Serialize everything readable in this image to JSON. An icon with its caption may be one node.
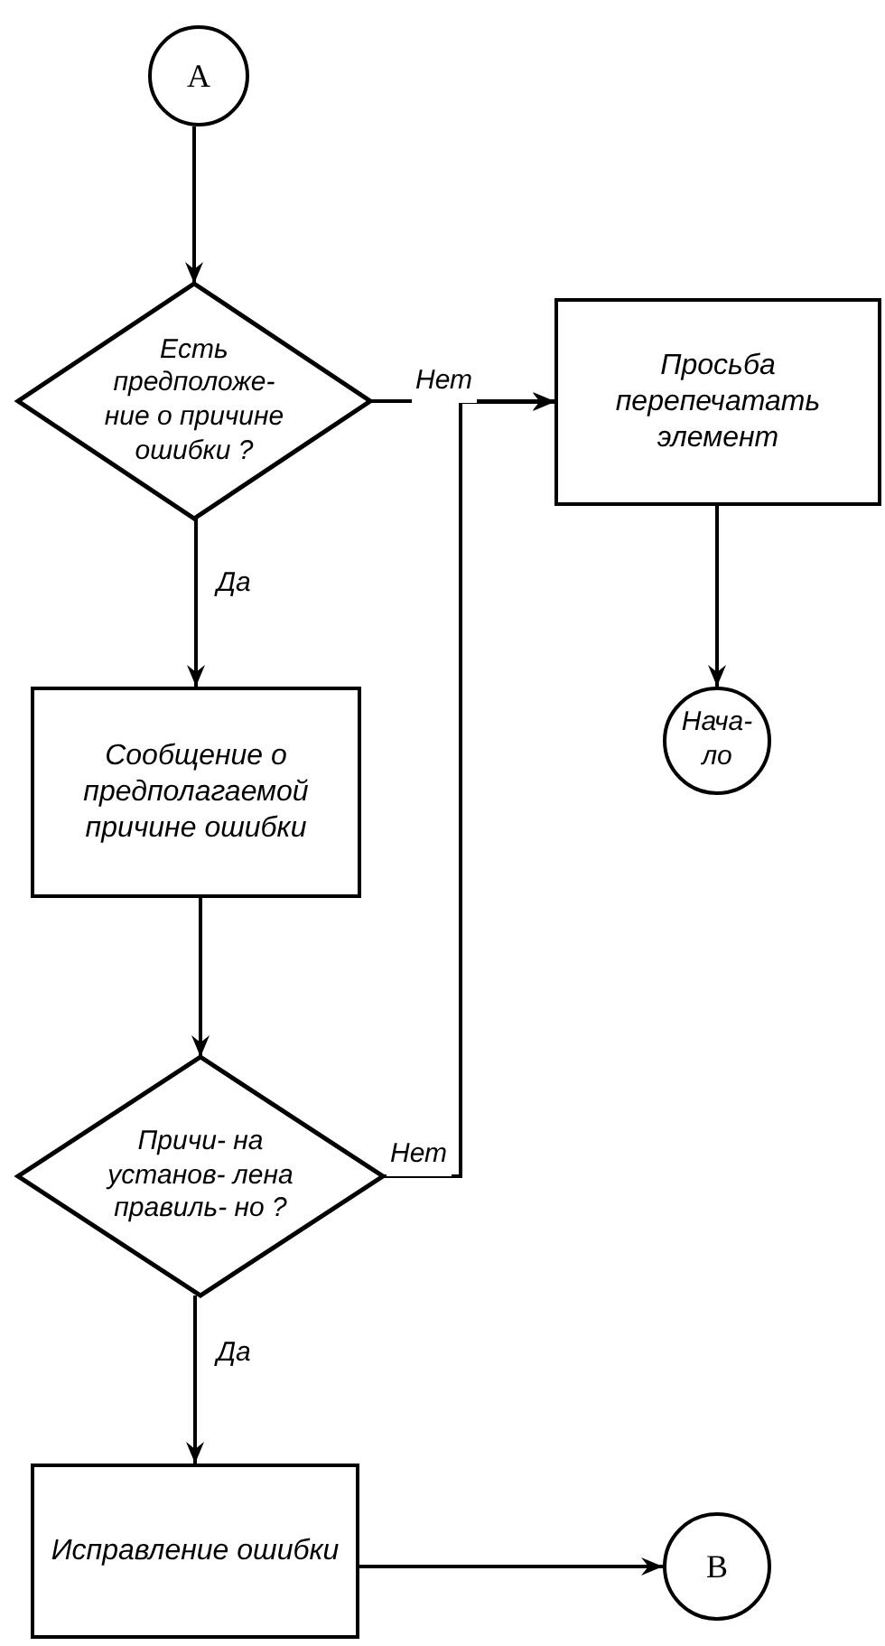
{
  "diagram": {
    "nodes": [
      {
        "text": [
          "A"
        ]
      },
      {
        "text": [
          "Есть предположе- ние о причине ошибки ?"
        ]
      },
      {
        "text": [
          "Просьба перепечатать элемент"
        ]
      },
      {
        "text": [
          "Нача- ло"
        ]
      },
      {
        "text": [
          "Сообщение о предполагаемой причине ошибки"
        ]
      },
      {
        "text": [
          "Причи- на установ- лена правиль- но ?"
        ]
      },
      {
        "text": [
          "Исправление ошибки"
        ]
      },
      {
        "text": [
          "B"
        ]
      }
    ],
    "edges": [
      {
        "from": 0,
        "to": 1,
        "arrow": "to"
      },
      {
        "from": 1,
        "to": 2,
        "arrow": "to",
        "label": "Нет"
      },
      {
        "from": 1,
        "to": 4,
        "arrow": "to",
        "label": "Да"
      },
      {
        "from": 2,
        "to": 3,
        "arrow": "to"
      },
      {
        "from": 4,
        "to": 5,
        "arrow": "to"
      },
      {
        "from": 5,
        "to": 2,
        "arrow": "to",
        "label": "Нет"
      },
      {
        "from": 5,
        "to": 6,
        "arrow": "to",
        "label": "Да"
      },
      {
        "from": 6,
        "to": 7,
        "arrow": "to"
      }
    ]
  }
}
